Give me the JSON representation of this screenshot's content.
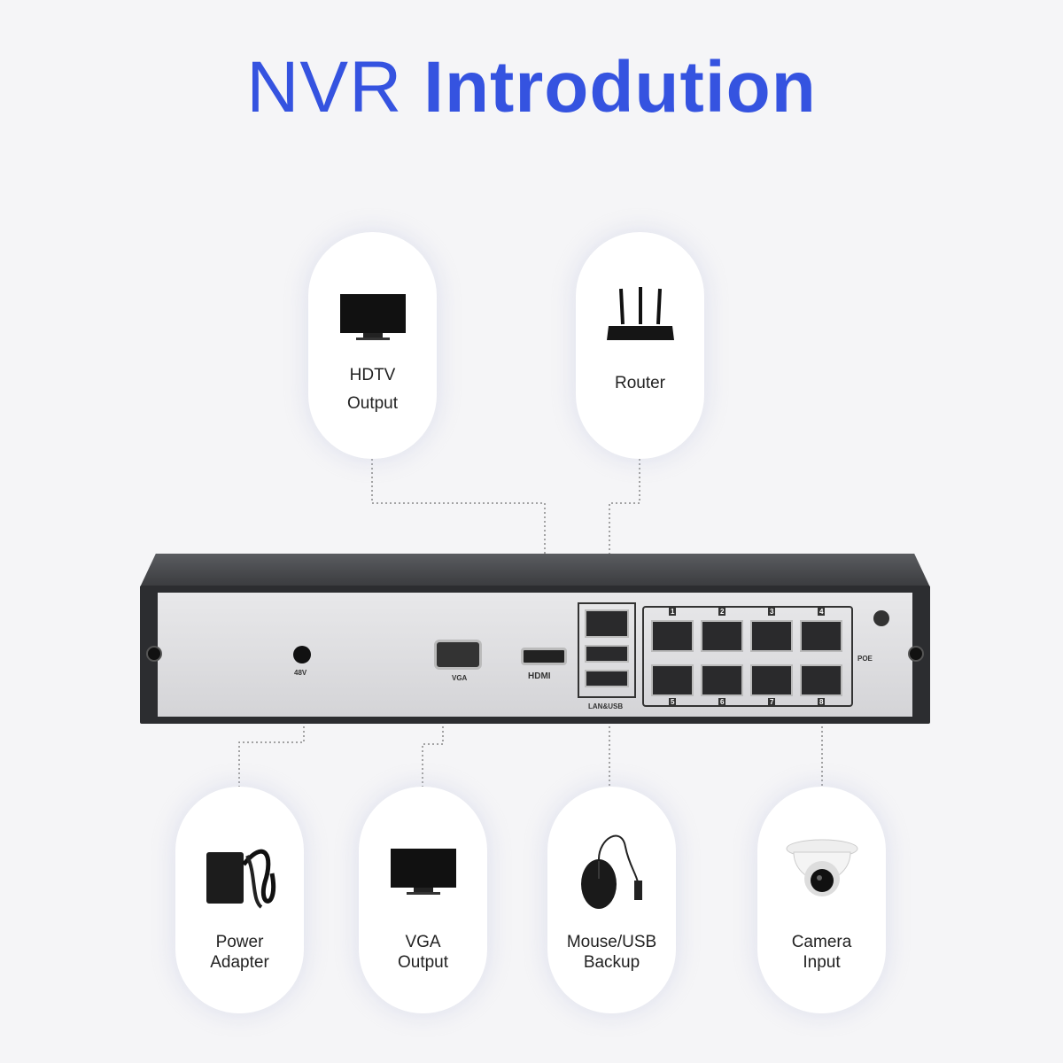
{
  "title": {
    "light": "NVR",
    "bold": "Introdution"
  },
  "accent": "#3553e0",
  "cards": {
    "hdtv": [
      "HDTV",
      "Output"
    ],
    "router": [
      "Router"
    ],
    "power": [
      "Power",
      "Adapter"
    ],
    "vga": [
      "VGA",
      "Output"
    ],
    "mouse": [
      "Mouse/USB",
      "Backup"
    ],
    "camera": [
      "Camera",
      "Input"
    ]
  },
  "nvr": {
    "power_label": "48V",
    "vga_label": "VGA",
    "hdmi_label": "HDMI",
    "lan_label": "LAN&USB",
    "poe_label": "POE",
    "ports": [
      "1",
      "2",
      "3",
      "4",
      "5",
      "6",
      "7",
      "8"
    ]
  }
}
